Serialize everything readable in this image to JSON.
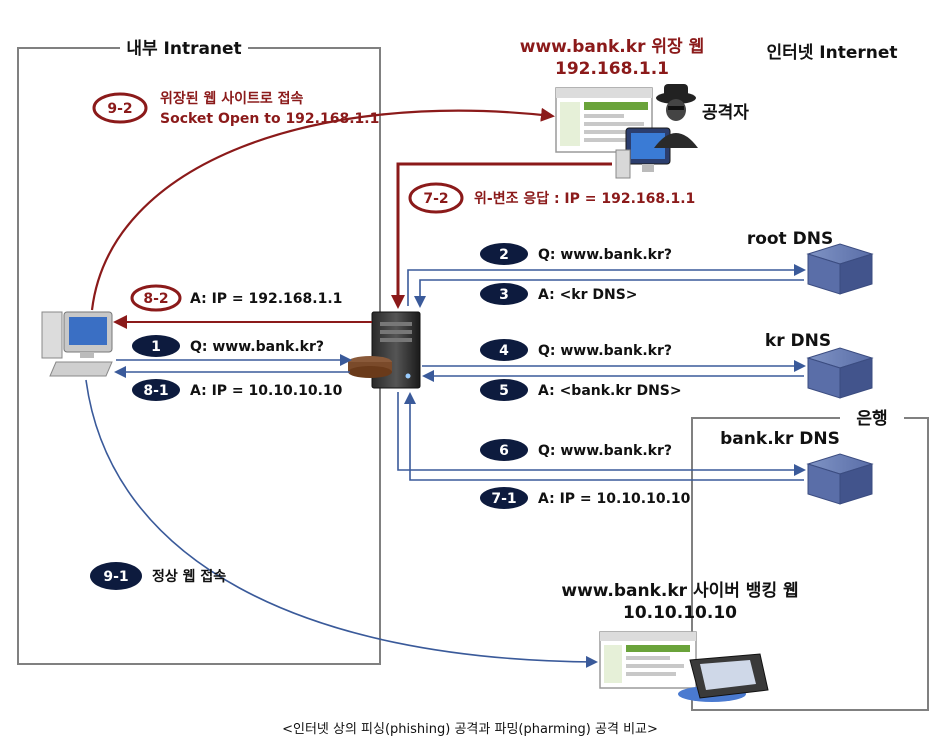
{
  "zones": {
    "intranet": "내부 Intranet",
    "internet": "인터넷 Internet",
    "bank": "은행"
  },
  "fake_site": {
    "title": "www.bank.kr 위장 웹",
    "ip": "192.168.1.1"
  },
  "attacker": {
    "label": "공격자"
  },
  "real_site": {
    "title": "www.bank.kr 사이버 뱅킹 웹",
    "ip": "10.10.10.10"
  },
  "dns": {
    "root": "root DNS",
    "kr": "kr DNS",
    "bank": "bank.kr DNS"
  },
  "steps": [
    {
      "id": "1",
      "text": "Q: www.bank.kr?",
      "style": "dark"
    },
    {
      "id": "2",
      "text": "Q: www.bank.kr?",
      "style": "dark"
    },
    {
      "id": "3",
      "text": "A: <kr DNS>",
      "style": "dark"
    },
    {
      "id": "4",
      "text": "Q: www.bank.kr?",
      "style": "dark"
    },
    {
      "id": "5",
      "text": "A: <bank.kr DNS>",
      "style": "dark"
    },
    {
      "id": "6",
      "text": "Q: www.bank.kr?",
      "style": "dark"
    },
    {
      "id": "7-1",
      "text": "A: IP = 10.10.10.10",
      "style": "dark"
    },
    {
      "id": "7-2",
      "text": "위-변조 응답 : IP = 192.168.1.1",
      "style": "red"
    },
    {
      "id": "8-1",
      "text": "A: IP = 10.10.10.10",
      "style": "dark"
    },
    {
      "id": "8-2",
      "text": "A: IP = 192.168.1.1",
      "style": "red"
    },
    {
      "id": "9-1",
      "text": "정상 웹 접속",
      "style": "dark"
    },
    {
      "id": "9-2",
      "text": "위장된 웹 사이트로 접속",
      "text2": "Socket Open to 192.168.1.1",
      "style": "red"
    }
  ],
  "caption": "<인터넷 상의 피싱(phishing) 공격과 파밍(pharming) 공격 비교>",
  "colors": {
    "dark_badge": "#0d1b3e",
    "red_line": "#8b1a1a",
    "blue_line": "#3a5a9a",
    "box_line": "#808080"
  }
}
